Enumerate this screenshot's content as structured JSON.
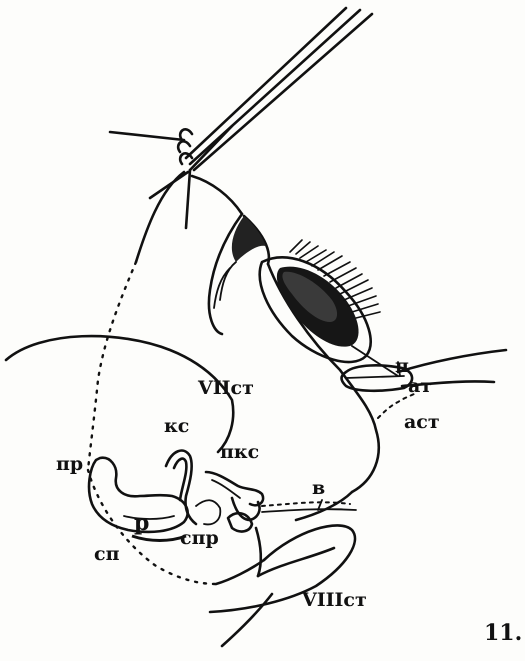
{
  "figure": {
    "number": "11.",
    "labels": {
      "p": "п",
      "at": "ат",
      "ast": "аст",
      "vii_st": "VIIст",
      "ks": "кс",
      "pks": "пкс",
      "pr": "пр",
      "v": "в",
      "r": "р",
      "sp": "сп",
      "spr": "спр",
      "viii_st": "VIIIст"
    }
  }
}
